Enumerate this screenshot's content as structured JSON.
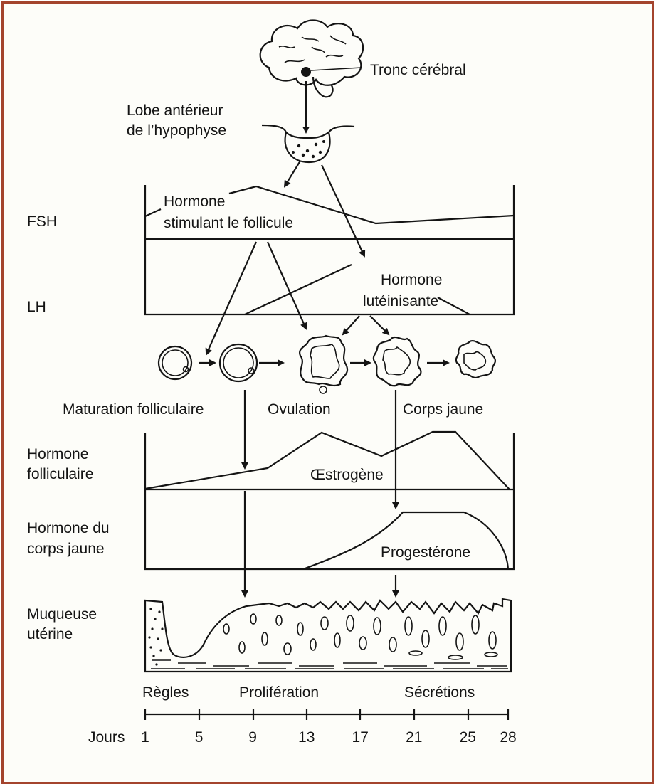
{
  "labels": {
    "brainstem": "Tronc cérébral",
    "pituitary_line1": "Lobe antérieur",
    "pituitary_line2": "de l’hypophyse",
    "fsh": "FSH",
    "fsh_name_line1": "Hormone",
    "fsh_name_line2": "stimulant le follicule",
    "lh": "LH",
    "lh_name_line1": "Hormone",
    "lh_name_line2": "lutéinisante",
    "maturation": "Maturation folliculaire",
    "ovulation": "Ovulation",
    "corpus_luteum": "Corps jaune",
    "follicular_line1": "Hormone",
    "follicular_line2": "folliculaire",
    "estrogen": "Œstrogène",
    "luteal_line1": "Hormone du",
    "luteal_line2": "corps jaune",
    "progesterone": "Progestérone",
    "mucosa_line1": "Muqueuse",
    "mucosa_line2": "utérine",
    "phase_menses": "Règles",
    "phase_proliferation": "Prolifération",
    "phase_secretion": "Sécrétions",
    "days_label": "Jours"
  },
  "day_ticks": [
    "1",
    "5",
    "9",
    "13",
    "17",
    "21",
    "25",
    "28"
  ],
  "colors": {
    "border": "#a4442d",
    "ink": "#141414",
    "paper": "#fdfdf9"
  }
}
